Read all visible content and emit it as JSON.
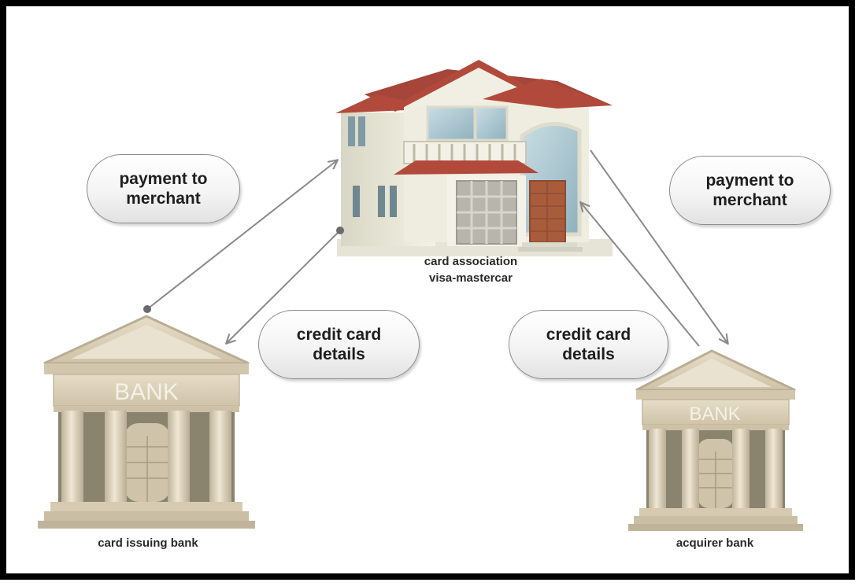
{
  "nodes": {
    "card_association": {
      "label": "card association\nvisa-mastercar"
    },
    "issuing_bank": {
      "label": "card issuing bank",
      "sign": "BANK"
    },
    "acquirer_bank": {
      "label": "acquirer bank",
      "sign": "BANK"
    }
  },
  "flows": [
    {
      "label": "payment to\nmerchant",
      "from": "card issuing bank",
      "to": "card association"
    },
    {
      "label": "credit card\ndetails",
      "from": "card association",
      "to": "card issuing bank"
    },
    {
      "label": "credit card\ndetails",
      "from": "acquirer bank",
      "to": "card association"
    },
    {
      "label": "payment to\nmerchant",
      "from": "card association",
      "to": "acquirer bank"
    }
  ],
  "colors": {
    "frame": "#000000",
    "arrow": "#8a8a8a",
    "roof": "#b24a3c",
    "house_wall": "#e9e7d6",
    "bank_stone": "#d9cfb8"
  }
}
